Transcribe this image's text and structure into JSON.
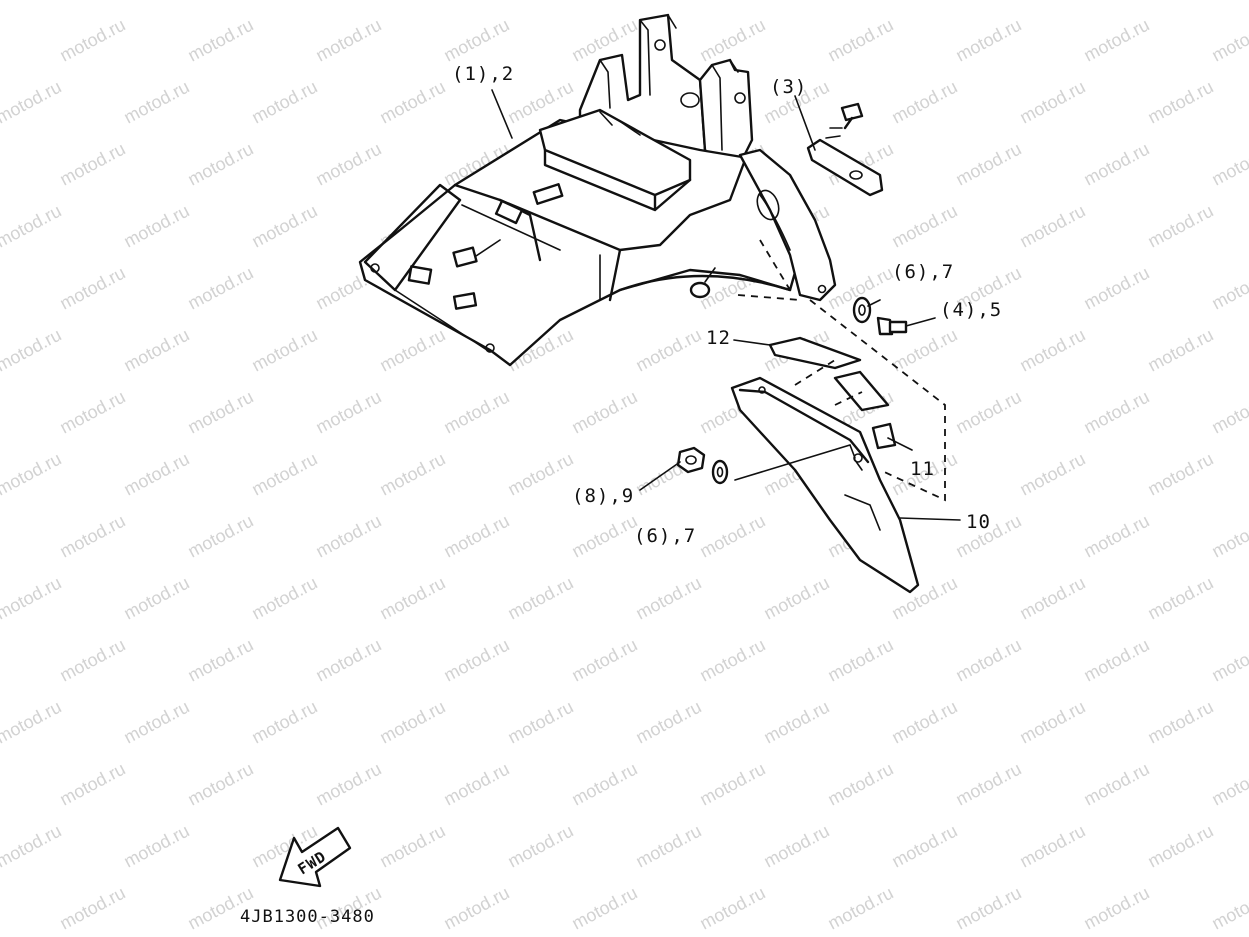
{
  "watermark": "motod.ru",
  "callouts": [
    {
      "id": "c1",
      "text": "(1),2"
    },
    {
      "id": "c3",
      "text": "(3)"
    },
    {
      "id": "c67a",
      "text": "(6),7"
    },
    {
      "id": "c45",
      "text": "(4),5"
    },
    {
      "id": "c12",
      "text": "12"
    },
    {
      "id": "c11",
      "text": "11"
    },
    {
      "id": "c10",
      "text": "10"
    },
    {
      "id": "c89",
      "text": "(8),9"
    },
    {
      "id": "c67b",
      "text": "(6),7"
    }
  ],
  "fwd_label": "FWD",
  "diagram_code": "4JB1300-3480"
}
